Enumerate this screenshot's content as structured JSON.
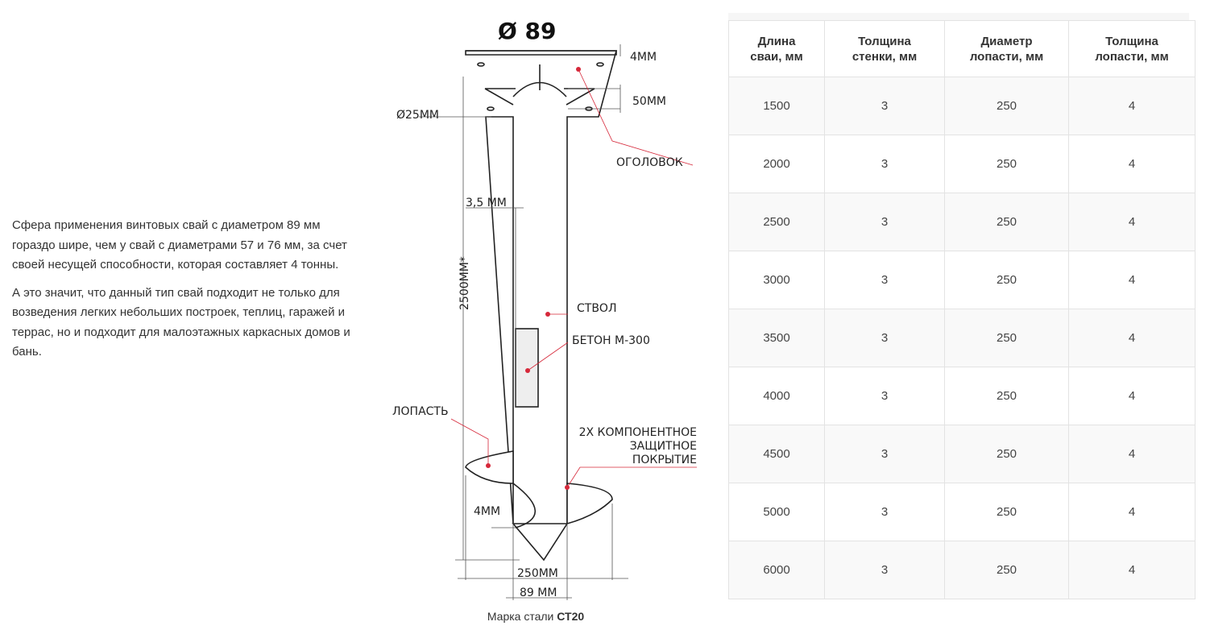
{
  "description": {
    "p1": "Сфера применения винтовых свай с диаметром 89 мм гораздо шире, чем у свай с диаметрами 57 и 76 мм, за счет своей несущей способности, которая составляет 4 тонны.",
    "p2": "А это значит, что данный тип свай подходит не только для возведения легких небольших построек, теплиц, гаражей и террас, но и подходит для малоэтажных каркасных домов и бань."
  },
  "diagram": {
    "title": "Ø 89",
    "plate": "4ММ",
    "rib": "50ММ",
    "hole": "Ø25ММ",
    "head": "ОГОЛОВОК",
    "wall": "3,5 ММ",
    "length": "2500ММ*",
    "trunk": "СТВОЛ",
    "concrete": "БЕТОН М-300",
    "blade": "ЛОПАСТЬ",
    "coat1": "2Х КОМПОНЕНТНОЕ",
    "coat2": "ЗАЩИТНОЕ",
    "coat3": "ПОКРЫТИЕ",
    "blade_thick": "4ММ",
    "blade_dia": "250ММ",
    "pipe_dia": "89 ММ",
    "accent": "#d6283a"
  },
  "caption": {
    "prefix": "Марка стали",
    "grade": "СТ20"
  },
  "table": {
    "headers": [
      [
        "Длина",
        "сваи, мм"
      ],
      [
        "Толщина",
        "стенки, мм"
      ],
      [
        "Диаметр",
        "лопасти, мм"
      ],
      [
        "Толщина",
        "лопасти, мм"
      ]
    ],
    "rows": [
      [
        "1500",
        "3",
        "250",
        "4"
      ],
      [
        "2000",
        "3",
        "250",
        "4"
      ],
      [
        "2500",
        "3",
        "250",
        "4"
      ],
      [
        "3000",
        "3",
        "250",
        "4"
      ],
      [
        "3500",
        "3",
        "250",
        "4"
      ],
      [
        "4000",
        "3",
        "250",
        "4"
      ],
      [
        "4500",
        "3",
        "250",
        "4"
      ],
      [
        "5000",
        "3",
        "250",
        "4"
      ],
      [
        "6000",
        "3",
        "250",
        "4"
      ]
    ]
  }
}
